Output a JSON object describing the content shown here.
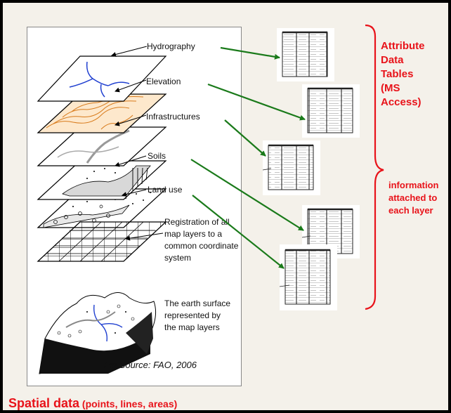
{
  "layers": {
    "hydrography": "Hydrography",
    "elevation": "Elevation",
    "infrastructures": "Infrastructures",
    "soils": "Soils",
    "land_use": "Land use"
  },
  "registration": [
    "Registration of all",
    "map layers to a",
    "common coordinate",
    "system"
  ],
  "earth_surface": [
    "The earth surface",
    "represented by",
    "the map layers"
  ],
  "fig_source": "Fig Source: FAO, 2006",
  "right_labels": {
    "attribute": [
      "Attribute",
      "Data",
      "Tables",
      "(MS",
      "Access)"
    ],
    "information": [
      "information",
      "attached to",
      "each layer"
    ]
  },
  "caption": {
    "main": "Spatial data",
    "sub": " (points, lines, areas)"
  },
  "colors": {
    "arrow": "#1a7a1a",
    "accent_red": "#e8131a",
    "water": "#1f3fd0",
    "contour": "#d87a1a"
  }
}
